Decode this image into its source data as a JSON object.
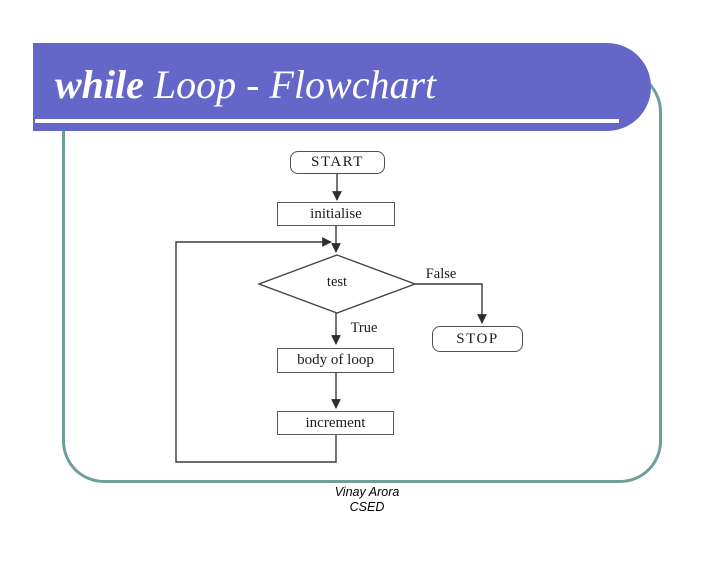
{
  "slide": {
    "title": {
      "emphasis": "while",
      "rest": " Loop - Flowchart"
    },
    "footer": {
      "line1": "Vinay Arora",
      "line2": "CSED"
    }
  },
  "flowchart": {
    "type": "flowchart",
    "nodes": [
      {
        "id": "start",
        "label": "START",
        "shape": "terminator"
      },
      {
        "id": "initialise",
        "label": "initialise",
        "shape": "process"
      },
      {
        "id": "test",
        "label": "test",
        "shape": "decision"
      },
      {
        "id": "body",
        "label": "body of loop",
        "shape": "process"
      },
      {
        "id": "increment",
        "label": "increment",
        "shape": "process"
      },
      {
        "id": "stop",
        "label": "STOP",
        "shape": "terminator"
      }
    ],
    "edges": [
      {
        "from": "start",
        "to": "initialise",
        "label": ""
      },
      {
        "from": "initialise",
        "to": "test",
        "label": ""
      },
      {
        "from": "test",
        "to": "body",
        "label": "True"
      },
      {
        "from": "test",
        "to": "stop",
        "label": "False"
      },
      {
        "from": "body",
        "to": "increment",
        "label": ""
      },
      {
        "from": "increment",
        "to": "test",
        "label": ""
      }
    ]
  },
  "colors": {
    "banner_purple": "#6567c8",
    "frame_teal": "#6f9e9b",
    "connector_line": "#3a3a3a",
    "box_border": "#5a5a5a",
    "title_text": "#ffffff"
  }
}
